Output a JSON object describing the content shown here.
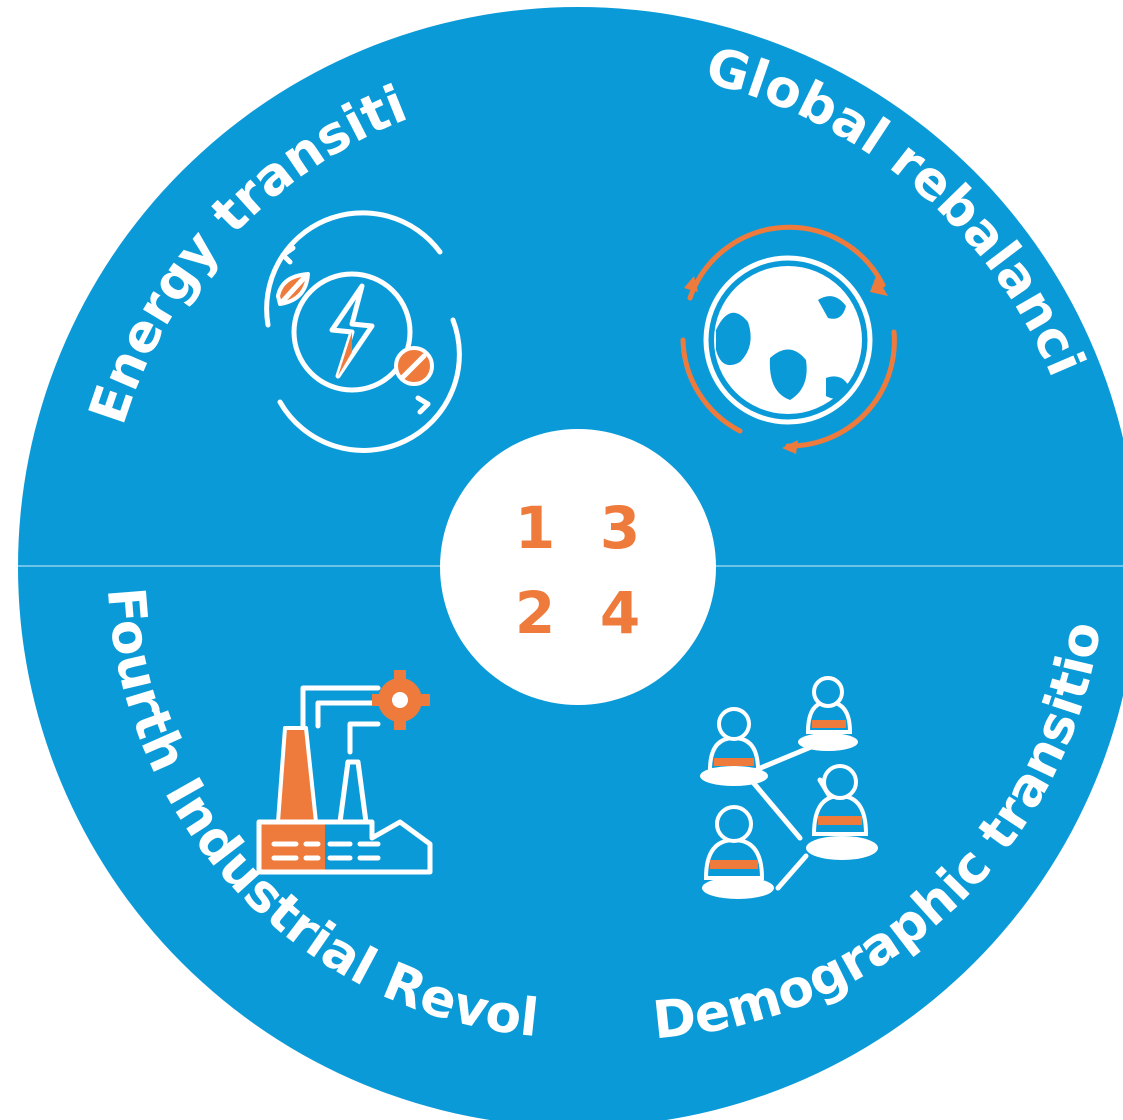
{
  "colors": {
    "circle": "#0b9ad8",
    "accent": "#ee7b3c",
    "icon_line": "#ffffff",
    "hub": "#ffffff"
  },
  "quadrants": [
    {
      "number": "1",
      "label": "Energy transition",
      "icon": "energy-cycle-icon"
    },
    {
      "number": "2",
      "label": "Fourth Industrial Revolution",
      "icon": "factory-gear-icon"
    },
    {
      "number": "3",
      "label": "Global rebalancing",
      "icon": "rotating-globe-icon"
    },
    {
      "number": "4",
      "label": "Demographic transitions",
      "icon": "people-network-icon"
    }
  ]
}
